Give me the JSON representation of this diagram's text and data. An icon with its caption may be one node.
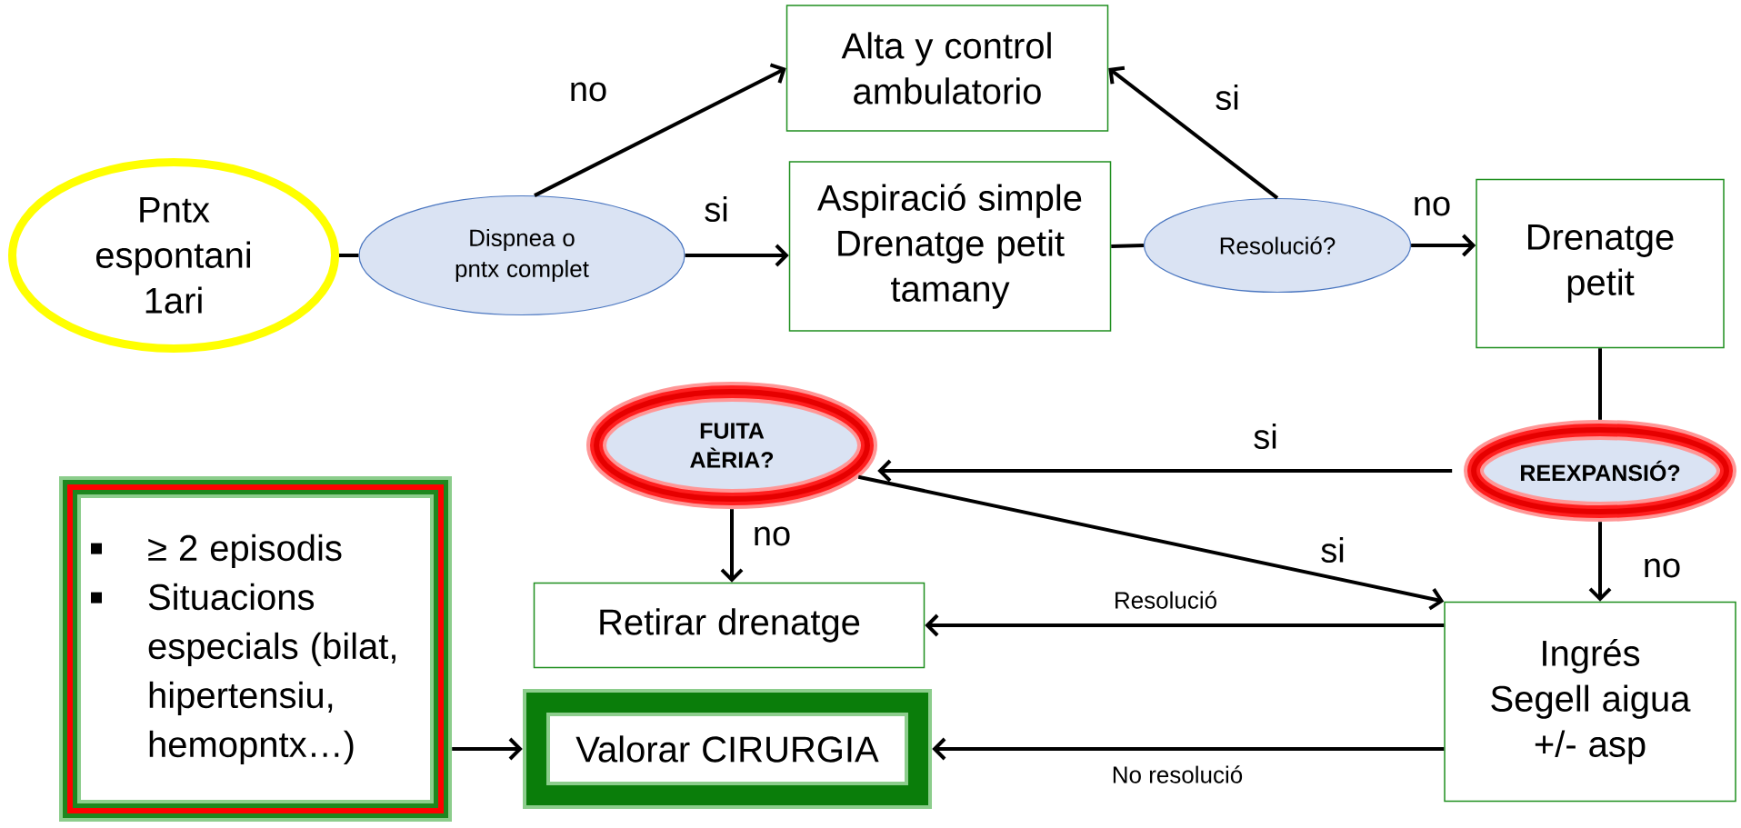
{
  "diagram": {
    "nodes": [
      {
        "text": [
          "Pntx espontani 1ari"
        ]
      },
      {
        "text": [
          "Dispnea o pntx complet"
        ]
      },
      {
        "text": [
          "Alta y control ambulatorio"
        ]
      },
      {
        "text": [
          "Aspiració simple Drenatge petit tamany"
        ]
      },
      {
        "text": [
          "Resolució?"
        ]
      },
      {
        "text": [
          "Drenatge petit"
        ]
      },
      {
        "text": [
          "FUITA AÈRIA?"
        ]
      },
      {
        "text": [
          "REEXPANSIÓ?"
        ]
      },
      {
        "text": [
          "Retirar drenatge"
        ]
      },
      {
        "text": [
          "Ingrés Segell aigua +/- asp"
        ]
      },
      {
        "text": [
          "≥ 2 episodis",
          "Situacions especials (bilat, hipertensiu, hemopntx…)"
        ]
      },
      {
        "text": [
          "Valorar CIRURGIA"
        ]
      }
    ],
    "edges": [
      {
        "from": 0,
        "to": 1,
        "arrow": "none"
      },
      {
        "from": 1,
        "to": 2,
        "arrow": "to",
        "label": "no"
      },
      {
        "from": 1,
        "to": 3,
        "arrow": "to",
        "label": "si"
      },
      {
        "from": 3,
        "to": 4,
        "arrow": "none"
      },
      {
        "from": 4,
        "to": 2,
        "arrow": "to",
        "label": "si"
      },
      {
        "from": 4,
        "to": 5,
        "arrow": "to",
        "label": "no"
      },
      {
        "from": 5,
        "to": 7,
        "arrow": "none"
      },
      {
        "from": 7,
        "to": 6,
        "arrow": "to",
        "label": "si"
      },
      {
        "from": 6,
        "to": 8,
        "arrow": "to",
        "label": "no"
      },
      {
        "from": 6,
        "to": 9,
        "arrow": "to",
        "label": "si"
      },
      {
        "from": 7,
        "to": 9,
        "arrow": "to",
        "label": "no"
      },
      {
        "from": 9,
        "to": 8,
        "arrow": "to",
        "label": "Resolució"
      },
      {
        "from": 9,
        "to": 11,
        "arrow": "to",
        "label": "No resolució"
      },
      {
        "from": 10,
        "to": 11,
        "arrow": "to"
      }
    ]
  }
}
